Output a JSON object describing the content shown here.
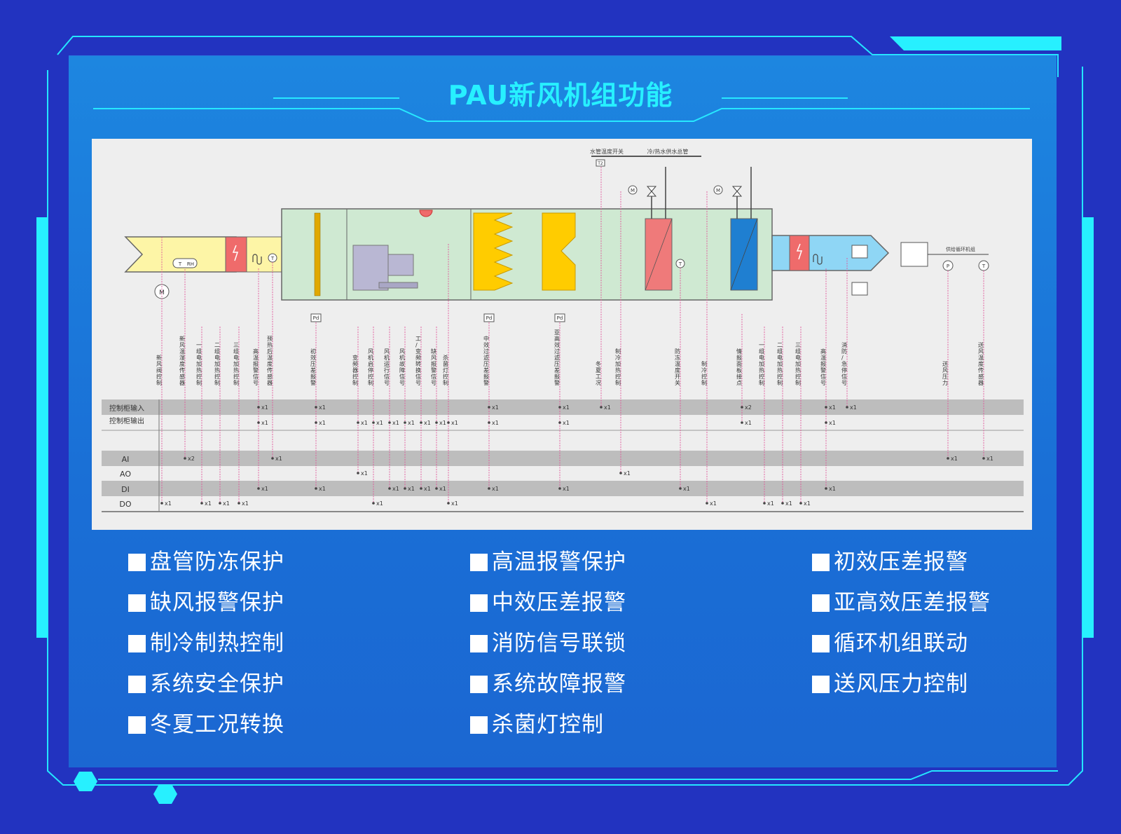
{
  "title": "PAU新风机组功能",
  "colors": {
    "background": "#2233c0",
    "panel": "#1b74d8",
    "accent_cyan": "#27f0ff",
    "diagram_bg": "#eeeeee",
    "fresh_air_section": "#fdf5a6",
    "main_box": "#cfe9d2",
    "heating_coil": "#ef7a7a",
    "cooling_coil": "#1f7fd1",
    "supply_section": "#8fd6f5",
    "filter": "#ffcc00",
    "signal_line": "#e0559a"
  },
  "diagram": {
    "pipe_labels": {
      "valve_switch": "水管温度开关",
      "main_pipe": "冷/热水供水总管"
    },
    "outlet_label": "供给循环机组",
    "sensor_badges": {
      "temp": "T",
      "humidity": "RH",
      "pressure_diff": "Pd",
      "pressure": "P",
      "motor": "M",
      "temp_switch": "T2"
    },
    "signal_labels": [
      "新风阀控制",
      "新风温湿度传感器",
      "一组电加热控制",
      "二组电加热控制",
      "三组电加热控制",
      "高温报警信号",
      "预热后温度传感器",
      "初效压差报警",
      "变频器控制",
      "风机启停控制",
      "风机运行信号",
      "风机故障信号",
      "工/变频转换信号",
      "缺风报警信号",
      "杀菌灯控制",
      "中效过滤压差报警",
      "亚高效过滤压差报警",
      "冬夏工况",
      "制冷加热控制",
      "防冻温度开关",
      "制冷控制",
      "情报面板接点",
      "一组电加热控制",
      "二组电加热控制",
      "三组电加热控制",
      "高温报警信号",
      "消防/急停信号",
      "送风压力",
      "送风温度传感器"
    ],
    "row_labels": {
      "cabinet_in": "控制柜输入",
      "cabinet_out": "控制柜输出",
      "ai": "AI",
      "ao": "AO",
      "di": "DI",
      "do": "DO"
    },
    "count_labels": {
      "x1": "x1",
      "x2": "x2"
    }
  },
  "features": [
    "盘管防冻保护",
    "高温报警保护",
    "初效压差报警",
    "缺风报警保护",
    "中效压差报警",
    "亚高效压差报警",
    "制冷制热控制",
    "消防信号联锁",
    "循环机组联动",
    "系统安全保护",
    "系统故障报警",
    "送风压力控制",
    "冬夏工况转换",
    "杀菌灯控制"
  ]
}
